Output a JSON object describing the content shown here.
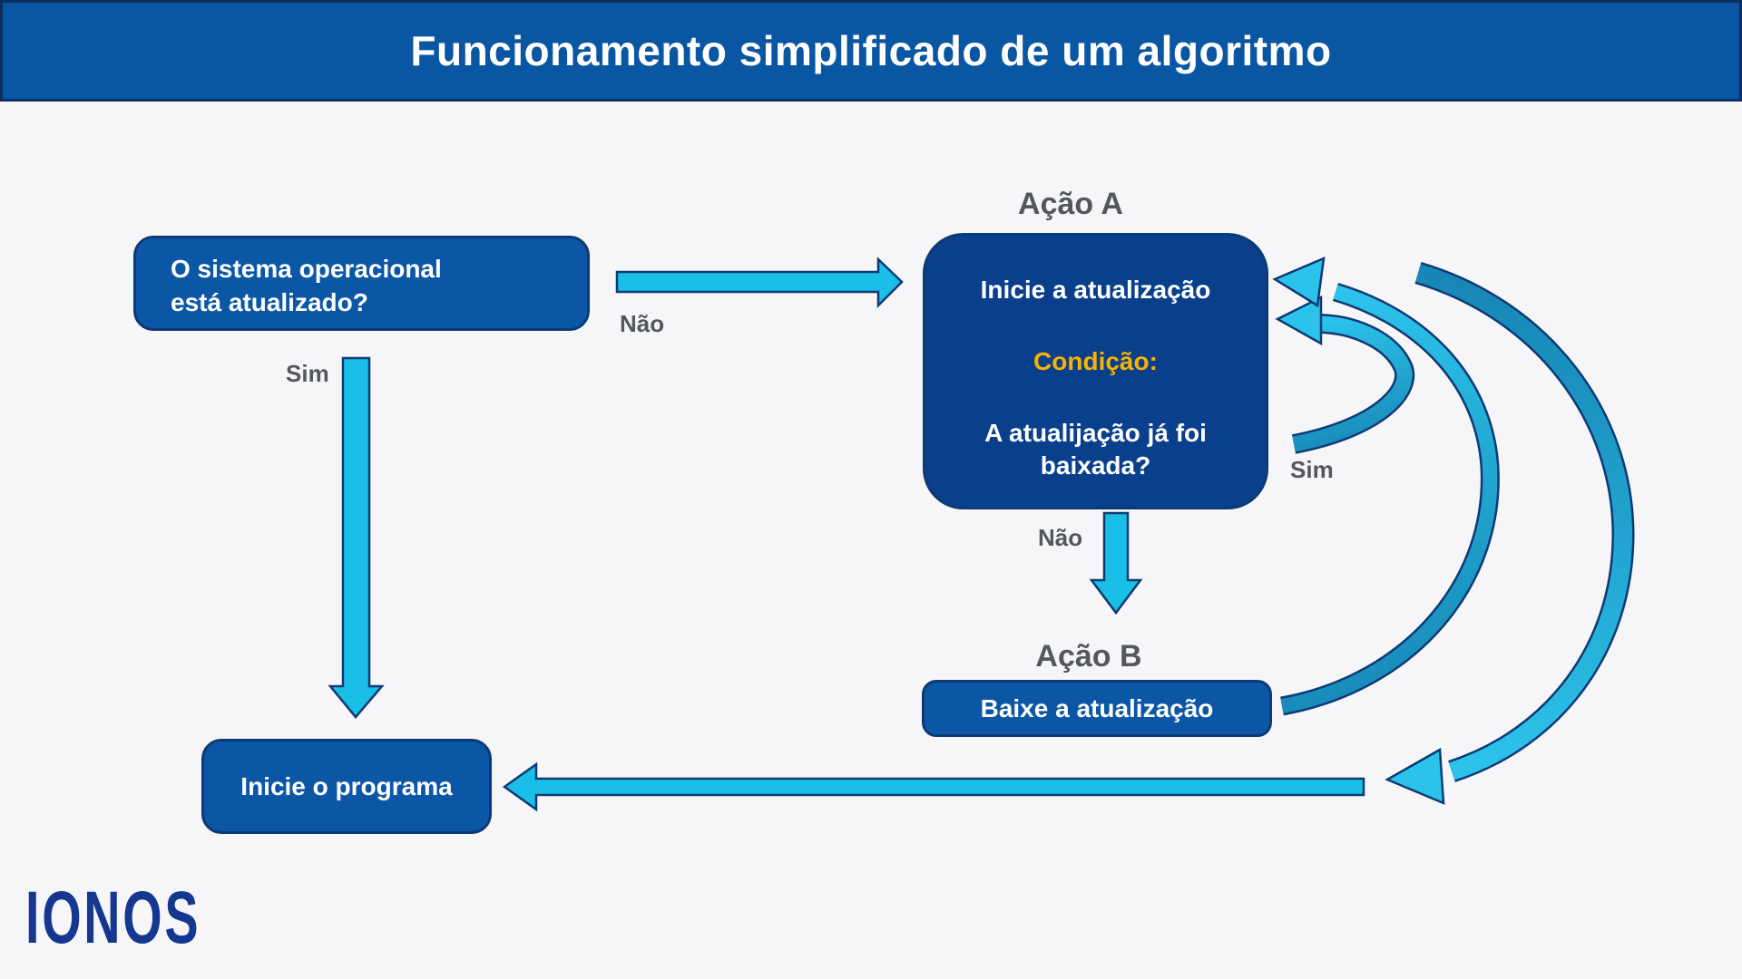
{
  "title": "Funcionamento simplificado de um algoritmo",
  "nodes": {
    "question": {
      "line1": "O sistema operacional",
      "line2": "está atualizado?"
    },
    "action_a": {
      "label": "Ação A",
      "line1": "Inicie a atualização",
      "condition": "Condição:",
      "line2": "A atualijação já foi",
      "line3": "baixada?"
    },
    "action_b": {
      "label": "Ação B",
      "text": "Baixe a atualização"
    },
    "start_program": {
      "text": "Inicie o programa"
    }
  },
  "edges": {
    "nao_to_action_a": "Não",
    "sim_to_start": "Sim",
    "sim_loop": "Sim",
    "nao_to_action_b": "Não"
  },
  "logo": "IONOS",
  "colors": {
    "background": "#f6f6f8",
    "bar": "#0956a3",
    "bar_border": "#0d2e5f",
    "node_fill": "#0b57a6",
    "node_dark_fill": "#0a3f8c",
    "node_border": "#0c3a74",
    "condition_yellow": "#f9b200",
    "label_gray": "#54585c",
    "arrow_cyan": "#1abfe7",
    "arrow_outline": "#0d3a75",
    "arc_teal": "#1787b6",
    "arc_cyan": "#2cc3ea",
    "logo_blue": "#15378f"
  }
}
